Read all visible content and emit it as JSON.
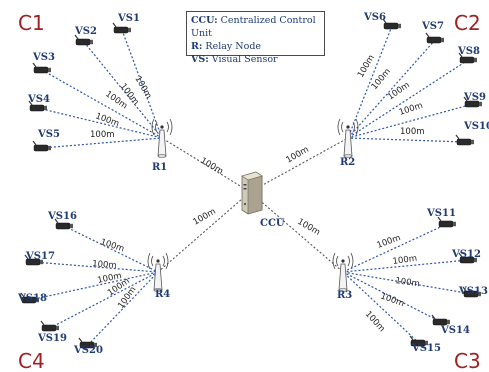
{
  "legend": [
    {
      "abbr": "CCU:",
      "text": " Centralized Control Unit"
    },
    {
      "abbr": "R:",
      "text": " Relay Node"
    },
    {
      "abbr": "VS:",
      "text": " Visual Sensor"
    }
  ],
  "clusters": [
    "C1",
    "C2",
    "C3",
    "C4"
  ],
  "ccu": {
    "label": "CCU"
  },
  "relays": [
    {
      "id": "R1",
      "label": "R1",
      "ccu_link": "100m"
    },
    {
      "id": "R2",
      "label": "R2",
      "ccu_link": "100m"
    },
    {
      "id": "R3",
      "label": "R3",
      "ccu_link": "100m"
    },
    {
      "id": "R4",
      "label": "R4",
      "ccu_link": "100m"
    }
  ],
  "sensors": [
    {
      "label": "VS1",
      "relay": "R1",
      "dist": "100m"
    },
    {
      "label": "VS2",
      "relay": "R1",
      "dist": "100m"
    },
    {
      "label": "VS3",
      "relay": "R1",
      "dist": "100m"
    },
    {
      "label": "VS4",
      "relay": "R1",
      "dist": "100m"
    },
    {
      "label": "VS5",
      "relay": "R1",
      "dist": "100m"
    },
    {
      "label": "VS6",
      "relay": "R2",
      "dist": "100m"
    },
    {
      "label": "VS7",
      "relay": "R2",
      "dist": "100m"
    },
    {
      "label": "VS8",
      "relay": "R2",
      "dist": "100m"
    },
    {
      "label": "VS9",
      "relay": "R2",
      "dist": "100m"
    },
    {
      "label": "VS10",
      "relay": "R2",
      "dist": "100m"
    },
    {
      "label": "VS11",
      "relay": "R3",
      "dist": "100m"
    },
    {
      "label": "VS12",
      "relay": "R3",
      "dist": "100m"
    },
    {
      "label": "VS13",
      "relay": "R3",
      "dist": "100m"
    },
    {
      "label": "VS14",
      "relay": "R3",
      "dist": "100m"
    },
    {
      "label": "VS15",
      "relay": "R3",
      "dist": "100m"
    },
    {
      "label": "VS16",
      "relay": "R4",
      "dist": "100m"
    },
    {
      "label": "VS17",
      "relay": "R4",
      "dist": "100m"
    },
    {
      "label": "VS18",
      "relay": "R4",
      "dist": "100m"
    },
    {
      "label": "VS19",
      "relay": "R4",
      "dist": "100m"
    },
    {
      "label": "VS20",
      "relay": "R4",
      "dist": "100m"
    }
  ],
  "colors": {
    "sensor_link": "#2e55a8",
    "ccu_link": "#555555",
    "cluster_label": "#a0201f",
    "node_label": "#1f3b73"
  }
}
